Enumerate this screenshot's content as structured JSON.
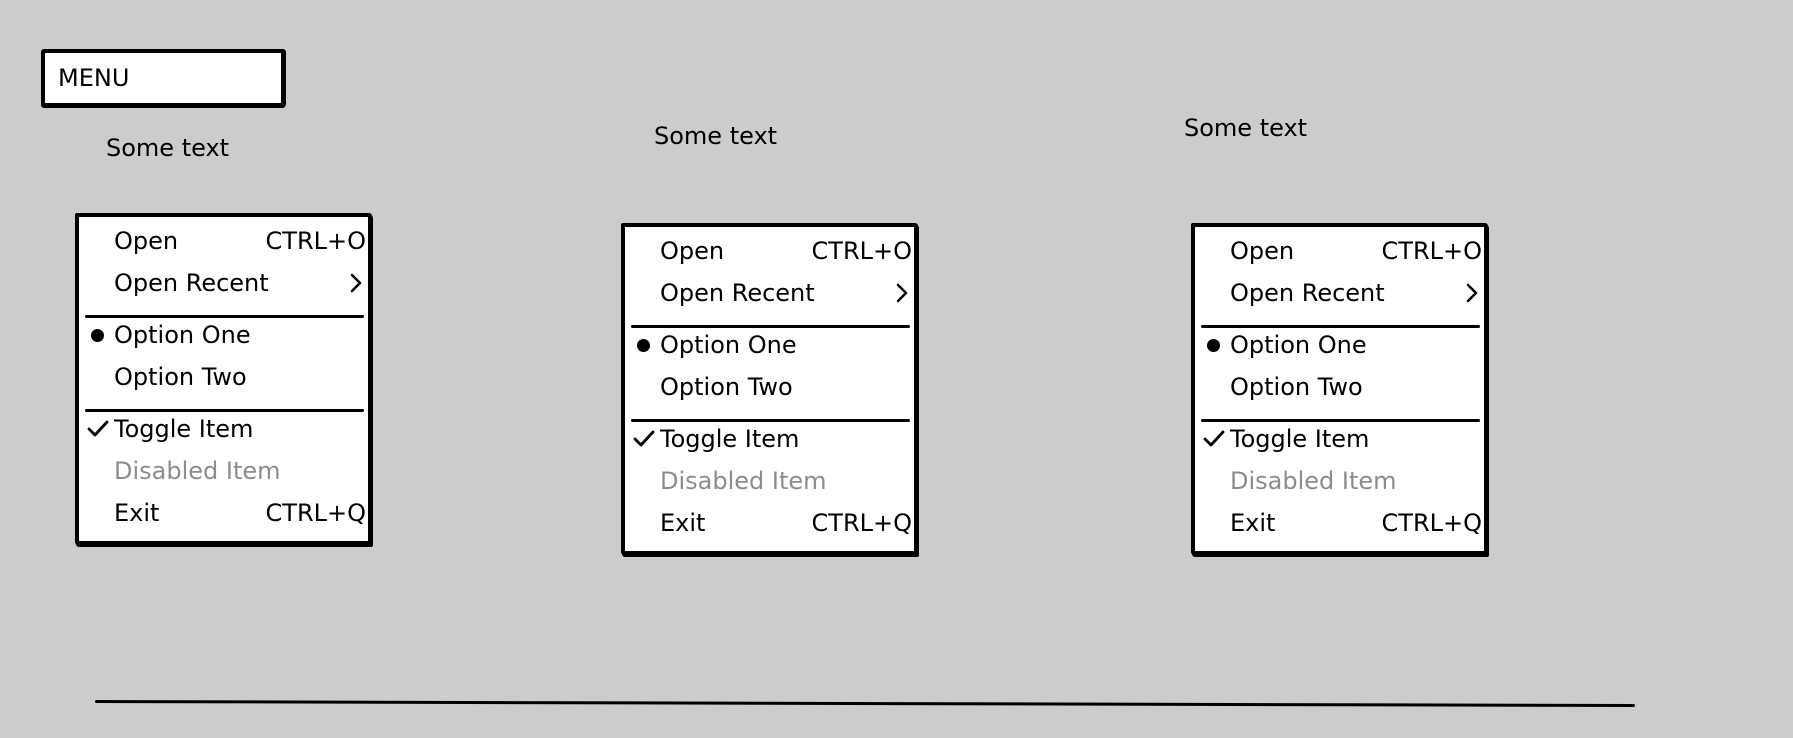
{
  "menu_button": {
    "label": "MENU"
  },
  "captions": [
    "Some text",
    "Some text",
    "Some text"
  ],
  "menus": [
    {
      "items": {
        "open": {
          "label": "Open",
          "shortcut": "CTRL+O"
        },
        "open_recent": {
          "label": "Open Recent"
        },
        "option_one": {
          "label": "Option One",
          "selected": true
        },
        "option_two": {
          "label": "Option Two",
          "selected": false
        },
        "toggle": {
          "label": "Toggle Item",
          "checked": true
        },
        "disabled": {
          "label": "Disabled Item",
          "enabled": false
        },
        "exit": {
          "label": "Exit",
          "shortcut": "CTRL+Q"
        }
      }
    },
    {
      "items": {
        "open": {
          "label": "Open",
          "shortcut": "CTRL+O"
        },
        "open_recent": {
          "label": "Open Recent"
        },
        "option_one": {
          "label": "Option One",
          "selected": true
        },
        "option_two": {
          "label": "Option Two",
          "selected": false
        },
        "toggle": {
          "label": "Toggle Item",
          "checked": true
        },
        "disabled": {
          "label": "Disabled Item",
          "enabled": false
        },
        "exit": {
          "label": "Exit",
          "shortcut": "CTRL+Q"
        }
      }
    },
    {
      "items": {
        "open": {
          "label": "Open",
          "shortcut": "CTRL+O"
        },
        "open_recent": {
          "label": "Open Recent"
        },
        "option_one": {
          "label": "Option One",
          "selected": true
        },
        "option_two": {
          "label": "Option Two",
          "selected": false
        },
        "toggle": {
          "label": "Toggle Item",
          "checked": true
        },
        "disabled": {
          "label": "Disabled Item",
          "enabled": false
        },
        "exit": {
          "label": "Exit",
          "shortcut": "CTRL+Q"
        }
      }
    }
  ],
  "colors": {
    "background": "#cccccc",
    "surface": "#ffffff",
    "ink": "#000000",
    "disabled_text": "#8c8c8c"
  }
}
